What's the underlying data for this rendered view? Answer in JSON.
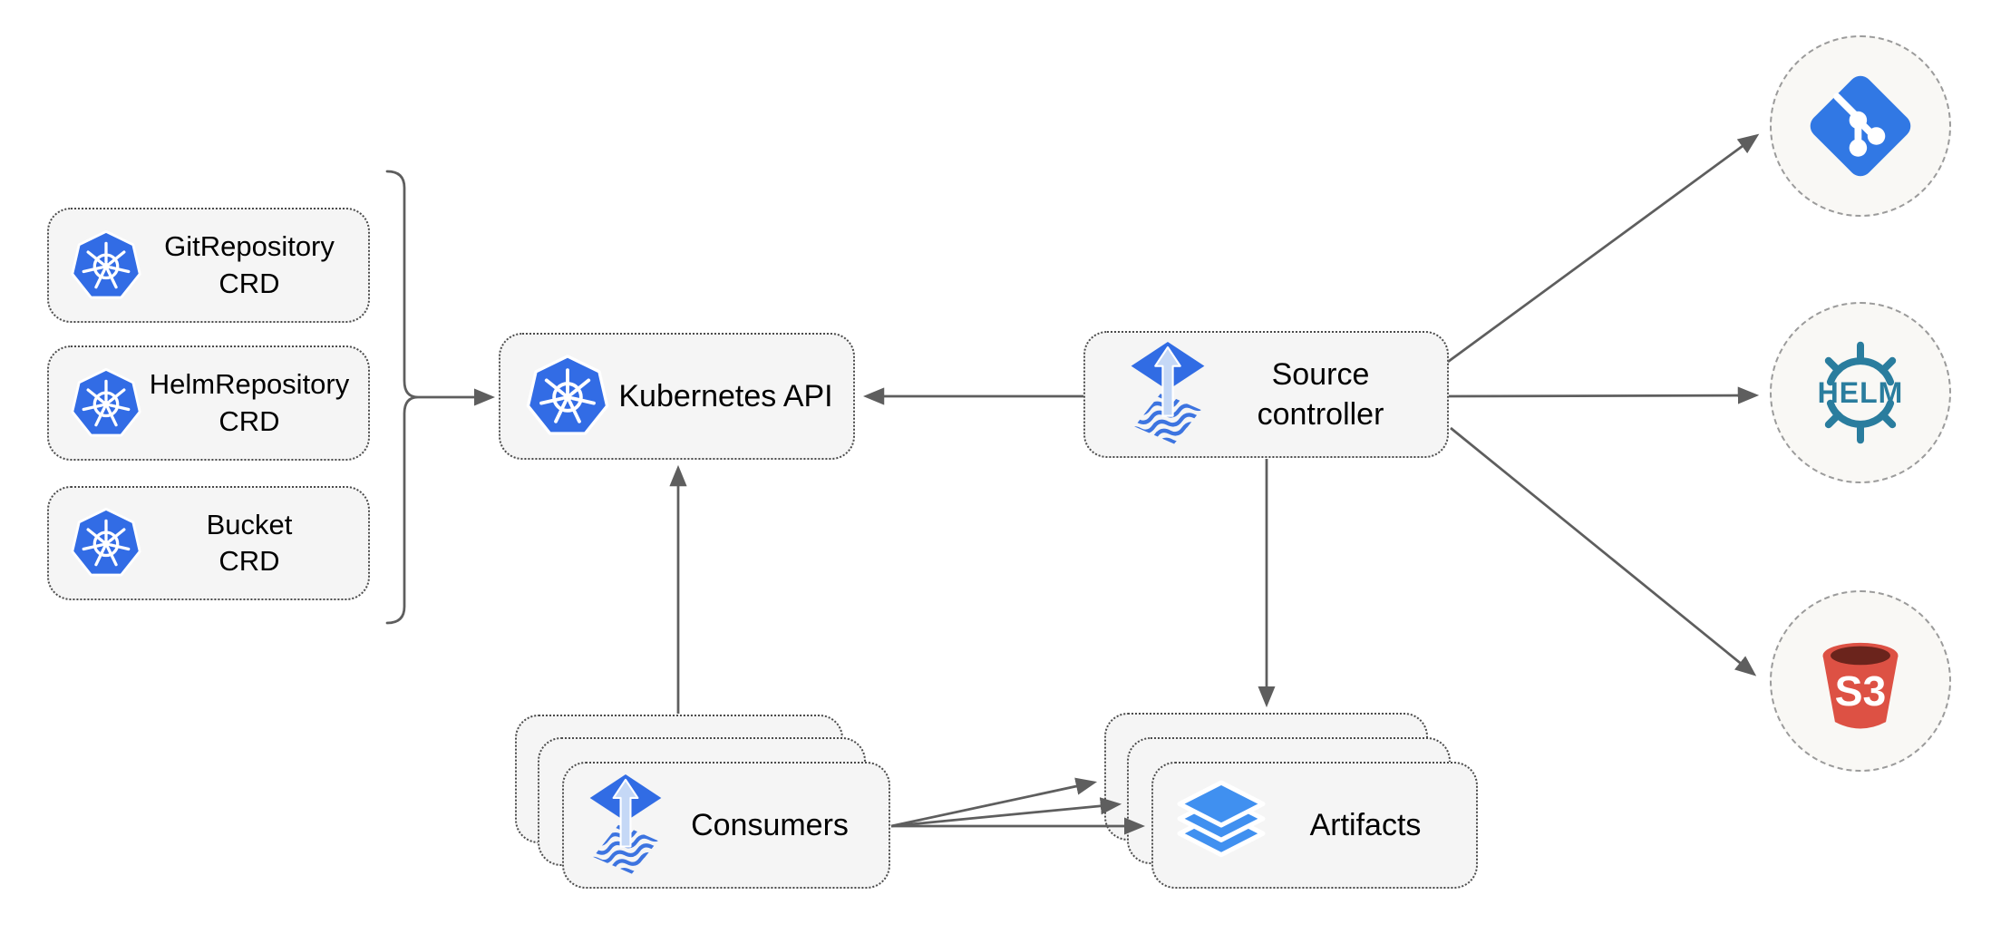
{
  "nodes": {
    "crds": [
      {
        "title": "GitRepository",
        "subtitle": "CRD"
      },
      {
        "title": "HelmRepository",
        "subtitle": "CRD"
      },
      {
        "title": "Bucket",
        "subtitle": "CRD"
      }
    ],
    "kubernetes_api": {
      "label": "Kubernetes API"
    },
    "source_controller": {
      "line1": "Source",
      "line2": "controller"
    },
    "consumers": {
      "label": "Consumers"
    },
    "artifacts": {
      "label": "Artifacts"
    },
    "sources": {
      "git": {
        "name": "git"
      },
      "helm": {
        "label": "HELM"
      },
      "s3": {
        "label": "S3"
      }
    }
  },
  "edges": [
    {
      "from": "crd-group-brace",
      "to": "kubernetes-api"
    },
    {
      "from": "source-controller",
      "to": "kubernetes-api"
    },
    {
      "from": "consumers",
      "to": "kubernetes-api"
    },
    {
      "from": "source-controller",
      "to": "artifacts"
    },
    {
      "from": "source-controller",
      "to": "git-source"
    },
    {
      "from": "source-controller",
      "to": "helm-source"
    },
    {
      "from": "source-controller",
      "to": "s3-source"
    },
    {
      "from": "consumers",
      "to": "artifacts-back"
    },
    {
      "from": "consumers",
      "to": "artifacts-middle"
    },
    {
      "from": "consumers",
      "to": "artifacts-front"
    }
  ],
  "colors": {
    "kubernetes_blue": "#326CE5",
    "flux_blue": "#316CE4",
    "flux_arrow_light": "#C5D8F6",
    "layers_blue": "#4090F0",
    "git_blue": "#3178E4",
    "helm_teal": "#2A7D9E",
    "s3_red": "#DD5144",
    "s3_dark": "#6B241C",
    "edge_gray": "#5E5E5E",
    "node_fill": "#F5F5F5",
    "circle_fill": "#F9F8F5"
  }
}
